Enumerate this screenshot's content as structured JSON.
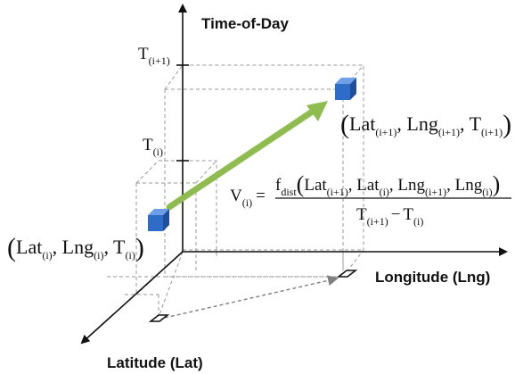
{
  "axes": {
    "time_label": "Time-of-Day",
    "longitude_label": "Longitude (Lng)",
    "latitude_label": "Latitude (Lat)"
  },
  "ticks": {
    "t_next": {
      "base": "T",
      "sub": "(i+1)"
    },
    "t_curr": {
      "base": "T",
      "sub": "(i)"
    }
  },
  "points": {
    "current": {
      "lat": {
        "base": "Lat",
        "sub": "(i)"
      },
      "lng": {
        "base": "Lng",
        "sub": "(i)"
      },
      "t": {
        "base": "T",
        "sub": "(i)"
      }
    },
    "next": {
      "lat": {
        "base": "Lat",
        "sub": "(i+1)"
      },
      "lng": {
        "base": "Lng",
        "sub": "(i+1)"
      },
      "t": {
        "base": "T",
        "sub": "(i+1)"
      }
    }
  },
  "formula": {
    "lhs": {
      "base": "V",
      "sub": "(i)"
    },
    "equals": "=",
    "func": {
      "base": "f",
      "sub": "dist"
    },
    "args": [
      {
        "base": "Lat",
        "sub": "(i+1)"
      },
      {
        "base": "Lat",
        "sub": "(i)"
      },
      {
        "base": "Lng",
        "sub": "(i+1)"
      },
      {
        "base": "Lng",
        "sub": "(i)"
      }
    ],
    "denominator": [
      {
        "base": "T",
        "sub": "(i+1)"
      },
      {
        "base": "T",
        "sub": "(i)"
      }
    ],
    "minus": "−"
  },
  "colors": {
    "axis": "#111111",
    "guide": "#9a9a9a",
    "cube_front": "#2f6cc8",
    "cube_top": "#6e9ee8",
    "cube_side": "#1f4f9c",
    "velocity_arrow": "#8fbc4f",
    "projection_arrow": "#808080"
  }
}
